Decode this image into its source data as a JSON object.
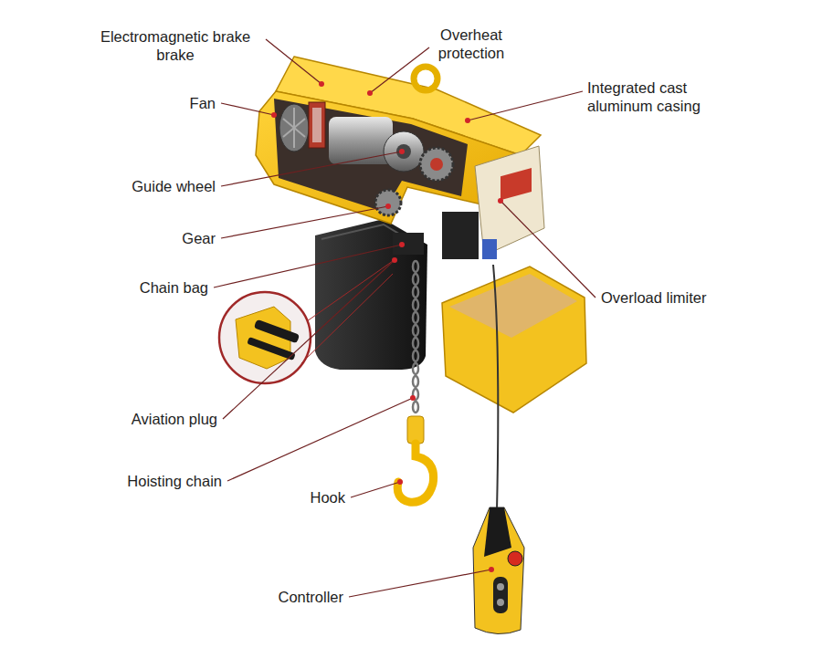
{
  "diagram": {
    "labels": [
      "Electromagnetic brake brake",
      "Overheat protection",
      "Fan",
      "Integrated cast aluminum casing",
      "Guide wheel",
      "Gear",
      "Chain bag",
      "Overload limiter",
      "Aviation plug",
      "Hoisting chain",
      "Hook",
      "Controller"
    ]
  }
}
